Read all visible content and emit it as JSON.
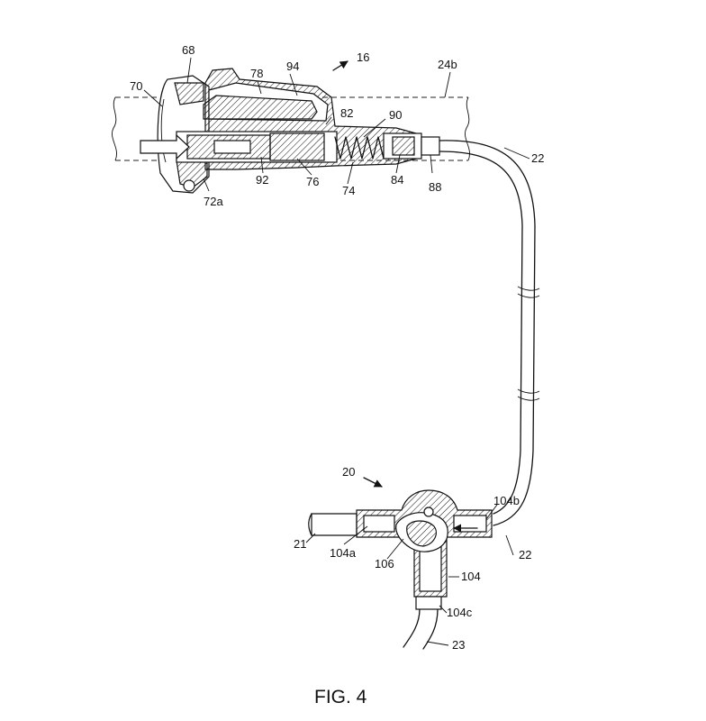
{
  "caption": "FIG. 4",
  "labels": {
    "l68": "68",
    "l78": "78",
    "l94": "94",
    "l16": "16",
    "l24b": "24b",
    "l70": "70",
    "l82": "82",
    "l90": "90",
    "l22a": "22",
    "l92": "92",
    "l76": "76",
    "l74": "74",
    "l84": "84",
    "l88": "88",
    "l72a": "72a",
    "l20": "20",
    "l104b": "104b",
    "l21": "21",
    "l104a": "104a",
    "l106": "106",
    "l104": "104",
    "l22b": "22",
    "l104c": "104c",
    "l23": "23"
  }
}
